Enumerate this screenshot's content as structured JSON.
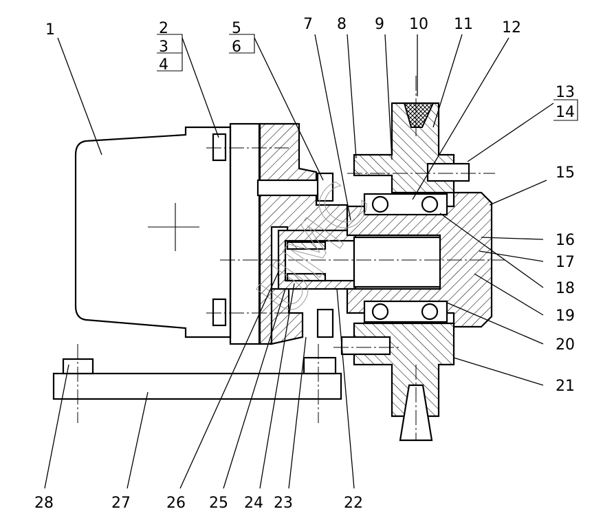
{
  "callouts": [
    {
      "id": "1",
      "text": "1"
    },
    {
      "id": "2",
      "text": "2"
    },
    {
      "id": "3",
      "text": "3"
    },
    {
      "id": "4",
      "text": "4"
    },
    {
      "id": "5",
      "text": "5"
    },
    {
      "id": "6",
      "text": "6"
    },
    {
      "id": "7",
      "text": "7"
    },
    {
      "id": "8",
      "text": "8"
    },
    {
      "id": "9",
      "text": "9"
    },
    {
      "id": "10",
      "text": "10"
    },
    {
      "id": "11",
      "text": "11"
    },
    {
      "id": "12",
      "text": "12"
    },
    {
      "id": "13",
      "text": "13"
    },
    {
      "id": "14",
      "text": "14"
    },
    {
      "id": "15",
      "text": "15"
    },
    {
      "id": "16",
      "text": "16"
    },
    {
      "id": "17",
      "text": "17"
    },
    {
      "id": "18",
      "text": "18"
    },
    {
      "id": "19",
      "text": "19"
    },
    {
      "id": "20",
      "text": "20"
    },
    {
      "id": "21",
      "text": "21"
    },
    {
      "id": "22",
      "text": "22"
    },
    {
      "id": "23",
      "text": "23"
    },
    {
      "id": "24",
      "text": "24"
    },
    {
      "id": "25",
      "text": "25"
    },
    {
      "id": "26",
      "text": "26"
    },
    {
      "id": "27",
      "text": "27"
    },
    {
      "id": "28",
      "text": "28"
    }
  ],
  "watermark": "UMC"
}
